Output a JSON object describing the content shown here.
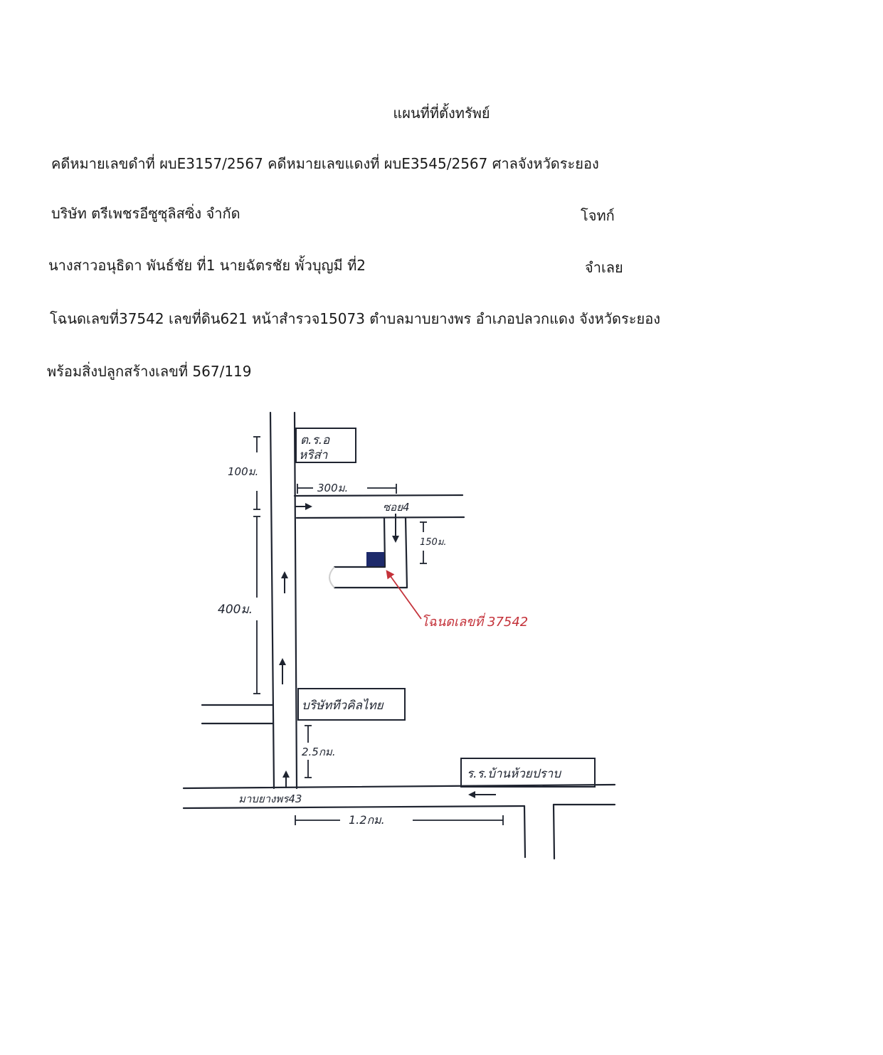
{
  "document": {
    "title": "แผนที่ที่ตั้งทรัพย์",
    "case_line": "คดีหมายเลขดำที่  ผบE3157/2567  คดีหมายเลขแดงที่  ผบE3545/2567  ศาลจังหวัดระยอง",
    "plaintiff_name": "บริษัท ตรีเพชรอีซูซุลิสซิ่ง จำกัด",
    "plaintiff_role": "โจทก์",
    "defendant_names": "นางสาวอนุธิดา  พันธ์ชัย  ที่1  นายฉัตรชัย  พั้วบุญมี  ที่2",
    "defendant_role": "จำเลย",
    "deed_line": "โฉนดเลขที่37542  เลขที่ดิน621  หน้าสำรวจ15073  ตำบลมาบยางพร  อำเภอปลวกแดง  จังหวัดระยอง",
    "building_line": "พร้อมสิ่งปลูกสร้างเลขที่ 567/119"
  },
  "map": {
    "landmark_top_line1": "ต.ร.อ",
    "landmark_top_line2": "หริส่า",
    "landmark_company": "บริษัททีวคิลไทย",
    "landmark_school": "ร.ร.บ้านห้วยปราบ",
    "road_main_label": "มาบยางพร43",
    "soi_label": "ซอย4",
    "deed_label": "โฉนดเลขที่ 37542",
    "dist_100m": "100ม.",
    "dist_300m": "300ม.",
    "dist_150m": "150ม.",
    "dist_400m": "400ม.",
    "dist_2_5km": "2.5กม.",
    "dist_1_2km": "1.2กม.",
    "colors": {
      "ink": "#1f2430",
      "red_ink": "#c4323a",
      "property_fill": "#1d2a6b"
    }
  }
}
